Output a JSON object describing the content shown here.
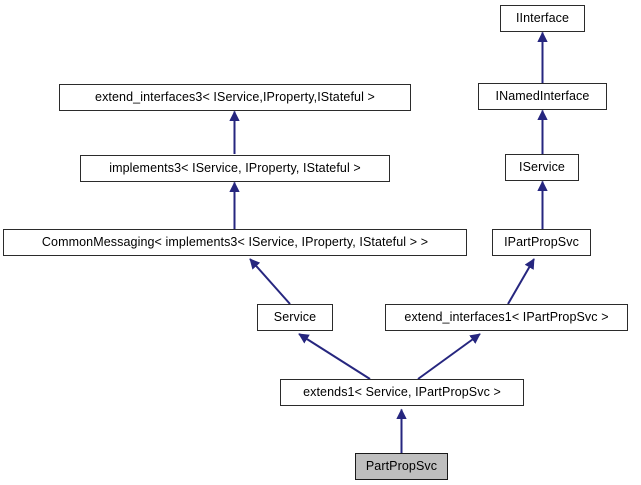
{
  "diagram": {
    "type": "uml-inheritance",
    "title": "PartPropSvc inheritance diagram",
    "background_color": "#ffffff",
    "node_fill_color": "#ffffff",
    "node_border_color": "#2b2b2b",
    "highlight_fill_color": "#bfbfbf",
    "edge_color": "#26267f",
    "arrow_style": "hollow-triangle-filled-navy",
    "nodes": [
      {
        "id": "iinterface",
        "label": "IInterface",
        "highlighted": false
      },
      {
        "id": "inamedinterface",
        "label": "INamedInterface",
        "highlighted": false
      },
      {
        "id": "iservice",
        "label": "IService",
        "highlighted": false
      },
      {
        "id": "ipartpropsvc",
        "label": "IPartPropSvc",
        "highlighted": false
      },
      {
        "id": "extend_interfaces3",
        "label": "extend_interfaces3< IService,IProperty,IStateful >",
        "highlighted": false
      },
      {
        "id": "implements3",
        "label": "implements3< IService, IProperty, IStateful >",
        "highlighted": false
      },
      {
        "id": "commonmessaging",
        "label": "CommonMessaging< implements3< IService, IProperty, IStateful > >",
        "highlighted": false
      },
      {
        "id": "service",
        "label": "Service",
        "highlighted": false
      },
      {
        "id": "extend_interfaces1",
        "label": "extend_interfaces1< IPartPropSvc >",
        "highlighted": false
      },
      {
        "id": "extends1",
        "label": "extends1< Service, IPartPropSvc >",
        "highlighted": false
      },
      {
        "id": "partpropsvc",
        "label": "PartPropSvc",
        "highlighted": true
      }
    ],
    "edges": [
      {
        "from": "inamedinterface",
        "to": "iinterface",
        "relation": "inherits"
      },
      {
        "from": "iservice",
        "to": "inamedinterface",
        "relation": "inherits"
      },
      {
        "from": "ipartpropsvc",
        "to": "iservice",
        "relation": "inherits"
      },
      {
        "from": "implements3",
        "to": "extend_interfaces3",
        "relation": "inherits"
      },
      {
        "from": "commonmessaging",
        "to": "implements3",
        "relation": "inherits"
      },
      {
        "from": "service",
        "to": "commonmessaging",
        "relation": "inherits"
      },
      {
        "from": "extend_interfaces1",
        "to": "ipartpropsvc",
        "relation": "inherits"
      },
      {
        "from": "extends1",
        "to": "service",
        "relation": "inherits"
      },
      {
        "from": "extends1",
        "to": "extend_interfaces1",
        "relation": "inherits"
      },
      {
        "from": "partpropsvc",
        "to": "extends1",
        "relation": "inherits"
      }
    ]
  }
}
